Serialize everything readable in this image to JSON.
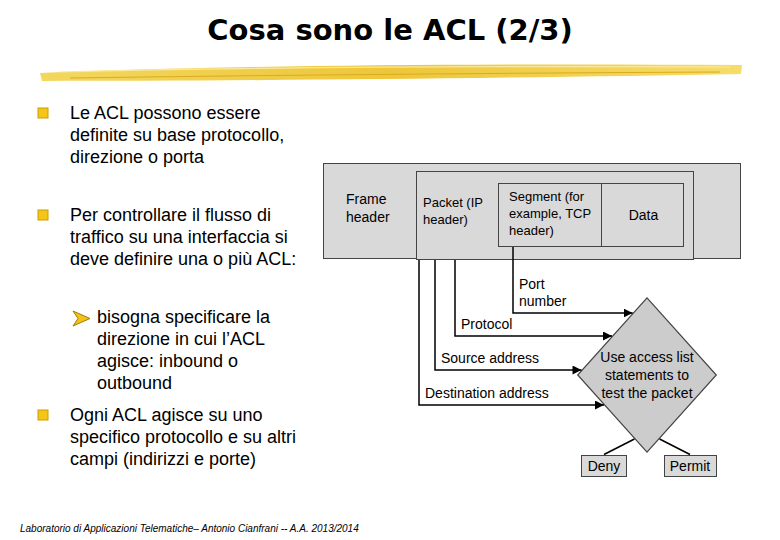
{
  "diagram": {
    "title": "Cosa sono le ACL (2/3)",
    "nodes": [
      {
        "text": [
          "Frame header"
        ]
      },
      {
        "text": [
          "Packet (IP header)"
        ],
        "in": 0
      },
      {
        "text": [
          "Segment (for example, TCP header)"
        ],
        "in": 1
      },
      {
        "text": [
          "Data"
        ],
        "in": 2
      },
      {
        "text": [
          "Use access list statements to test the packet"
        ]
      },
      {
        "text": [
          "Deny"
        ]
      },
      {
        "text": [
          "Permit"
        ]
      }
    ],
    "edges": [
      {
        "from": 2,
        "to": 4,
        "arrow": "to",
        "label": "Port number"
      },
      {
        "from": 1,
        "to": 4,
        "arrow": "to",
        "label": "Protocol"
      },
      {
        "from": 1,
        "to": 4,
        "arrow": "to",
        "label": "Source address"
      },
      {
        "from": 1,
        "to": 4,
        "arrow": "to",
        "label": "Destination address"
      },
      {
        "from": 4,
        "to": 5,
        "arrow": "none"
      },
      {
        "from": 4,
        "to": 6,
        "arrow": "none"
      }
    ],
    "labels": [
      "Le ACL possono essere definite su base protocollo, direzione o porta",
      "Per controllare il flusso di traffico su una interfaccia si deve definire una o più ACL:",
      "bisogna specificare la direzione in cui l’ACL agisce: inbound o outbound",
      "Ogni ACL agisce su uno specifico protocollo e su altri campi (indirizzi e porte)",
      "Laboratorio di Applicazioni Telematiche– Antonio Cianfrani -- A.A. 2013/2014"
    ]
  }
}
